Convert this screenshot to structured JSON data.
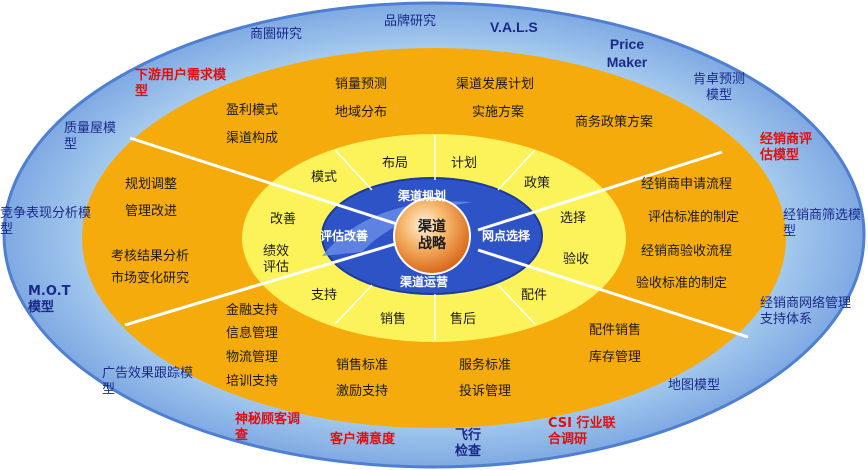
{
  "colors": {
    "outer_ring": "#a7ccee",
    "outer_edge": "#4f7fd0",
    "middle_ring": "#f6ab0c",
    "inner_ring": "#fcf25a",
    "center_disc": "#2d53c7",
    "core_orb": "#f3a04b"
  },
  "outer_ring": {
    "top": [
      "商圈研究",
      "品牌研究",
      "V.A.L.S",
      "Price Maker"
    ],
    "left": [
      "下游用户需求模型",
      "质量屋模型",
      "竞争表现分析模型",
      "M.O.T 模型",
      "广告效果跟踪模型"
    ],
    "right": [
      "肯卓预测模型",
      "经销商评估模型",
      "经销商筛选模型",
      "经销商网络管理支持体系",
      "地图模型"
    ],
    "bottom": [
      "神秘顾客调查",
      "客户满意度",
      "飞行检查",
      "CSI 行业联合调研"
    ]
  },
  "middle_ring": {
    "top": [
      "销量预测",
      "地域分布",
      "渠道发展计划",
      "实施方案",
      "盈利模式",
      "渠道构成",
      "商务政策方案"
    ],
    "left": [
      "规划调整",
      "管理改进",
      "考核结果分析",
      "市场变化研究"
    ],
    "right": [
      "经销商申请流程",
      "评估标准的制定",
      "经销商验收流程",
      "验收标准的制定"
    ],
    "bottom": [
      "金融支持",
      "信息管理",
      "物流管理",
      "培训支持",
      "销售标准",
      "激励支持",
      "服务标准",
      "投诉管理",
      "配件销售",
      "库存管理"
    ]
  },
  "inner_ring": [
    "模式",
    "布局",
    "计划",
    "政策",
    "选择",
    "验收",
    "配件",
    "售后",
    "销售",
    "支持",
    "绩效评估",
    "改善"
  ],
  "center_disc": [
    "渠道规划",
    "网点选择",
    "渠道运营",
    "评估改善"
  ],
  "core": "渠道战略"
}
